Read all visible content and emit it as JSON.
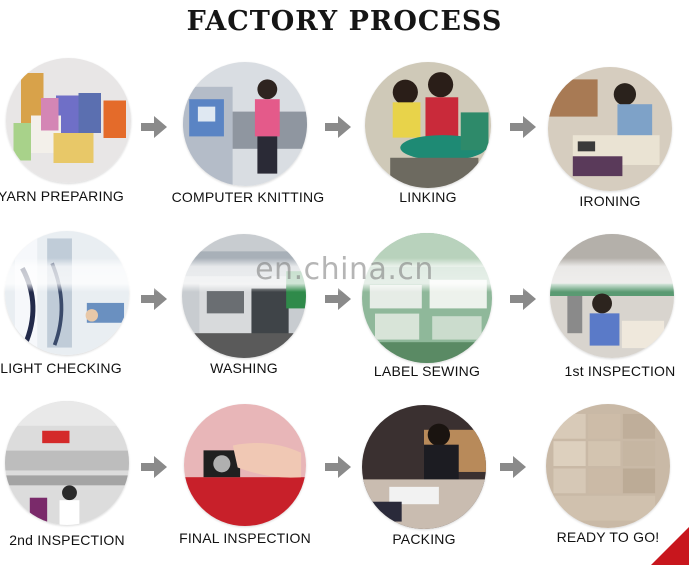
{
  "title": "FACTORY PROCESS",
  "watermark": "en.china.cn",
  "steps": [
    {
      "label": "YARN PREPARING"
    },
    {
      "label": "COMPUTER KNITTING"
    },
    {
      "label": "LINKING"
    },
    {
      "label": "IRONING"
    },
    {
      "label": "LIGHT CHECKING"
    },
    {
      "label": "WASHING"
    },
    {
      "label": "LABEL SEWING"
    },
    {
      "label": "1st INSPECTION"
    },
    {
      "label": "2nd INSPECTION"
    },
    {
      "label": "FINAL INSPECTION"
    },
    {
      "label": "PACKING"
    },
    {
      "label": "READY TO GO!"
    }
  ],
  "colors": {
    "arrow": "#8a8a8a",
    "accent": "#c8161d"
  }
}
